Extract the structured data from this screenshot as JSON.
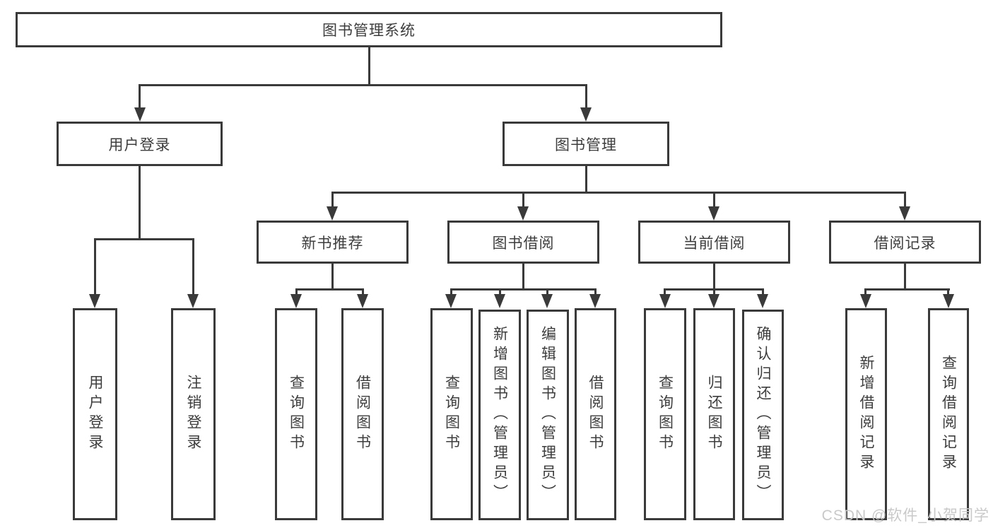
{
  "diagram": {
    "root": {
      "label": "图书管理系统"
    },
    "branches": [
      {
        "label": "用户登录",
        "leaves": [
          {
            "label": "用户登录"
          },
          {
            "label": "注销登录"
          }
        ]
      },
      {
        "label": "图书管理",
        "groups": [
          {
            "label": "新书推荐",
            "leaves": [
              {
                "label": "查询图书"
              },
              {
                "label": "借阅图书"
              }
            ]
          },
          {
            "label": "图书借阅",
            "leaves": [
              {
                "label": "查询图书"
              },
              {
                "label": "新增图书（管理员）"
              },
              {
                "label": "编辑图书（管理员）"
              },
              {
                "label": "借阅图书"
              }
            ]
          },
          {
            "label": "当前借阅",
            "leaves": [
              {
                "label": "查询图书"
              },
              {
                "label": "归还图书"
              },
              {
                "label": "确认归还（管理员）"
              }
            ]
          },
          {
            "label": "借阅记录",
            "leaves": [
              {
                "label": "新增借阅记录"
              },
              {
                "label": "查询借阅记录"
              }
            ]
          }
        ]
      }
    ]
  },
  "watermark": {
    "text": "CSDN @软件_小贺同学"
  }
}
